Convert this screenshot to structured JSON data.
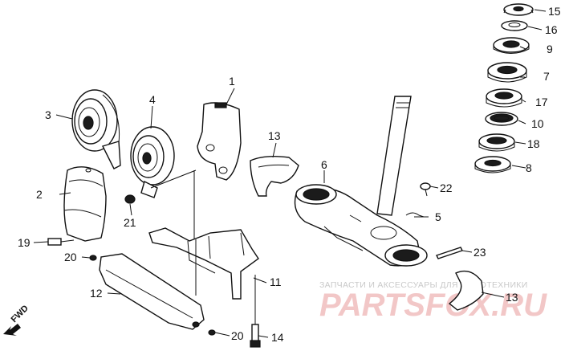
{
  "callouts": [
    "1",
    "2",
    "3",
    "4",
    "5",
    "6",
    "7",
    "8",
    "9",
    "10",
    "11",
    "12",
    "13",
    "13",
    "14",
    "15",
    "16",
    "17",
    "18",
    "19",
    "20",
    "20",
    "21",
    "22",
    "23"
  ],
  "watermark": {
    "line1": "ЗАПЧАСТИ И АКСЕССУАРЫ ДЛЯ МОТОТЕХНИКИ",
    "logo": "PARTSFOX.RU"
  },
  "fwd_label": "FWD",
  "colors": {
    "ink": "#111111",
    "watermark_text": "#c9c9c9",
    "watermark_logo": "#f2c7c7"
  }
}
